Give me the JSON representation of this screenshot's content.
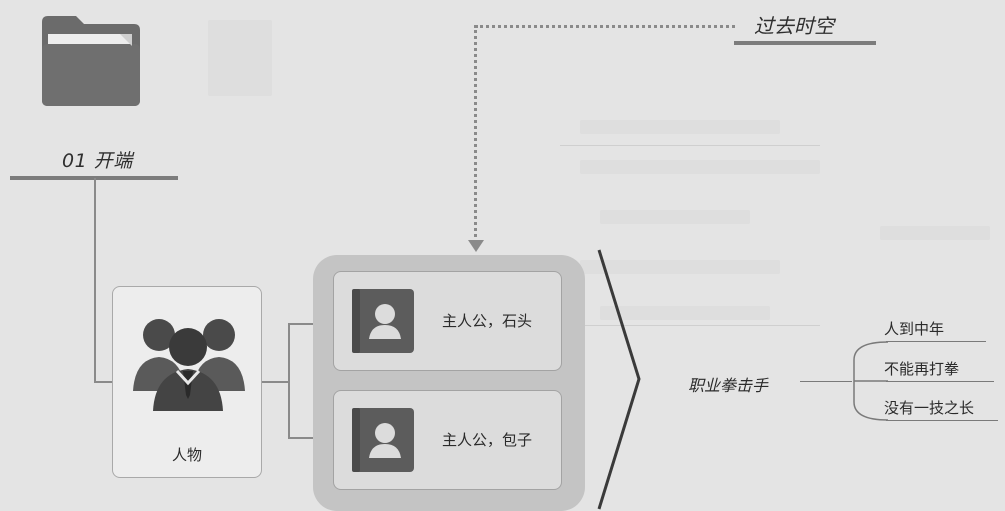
{
  "section": {
    "title": "01 开端"
  },
  "time_link": {
    "label": "过去时空"
  },
  "people_card": {
    "label": "人物",
    "icon": "people-group-icon"
  },
  "characters": [
    {
      "label": "主人公，石头",
      "icon": "person-contact-icon"
    },
    {
      "label": "主人公，包子",
      "icon": "person-contact-icon"
    }
  ],
  "career": {
    "label": "职业拳击手",
    "traits": [
      "人到中年",
      "不能再打拳",
      "没有一技之长"
    ]
  },
  "colors": {
    "background": "#e4e4e4",
    "folder": "#6b6b6b",
    "connector": "#8a8a8a",
    "group_bg": "#c4c4c4",
    "card": "#dcdcdc"
  }
}
